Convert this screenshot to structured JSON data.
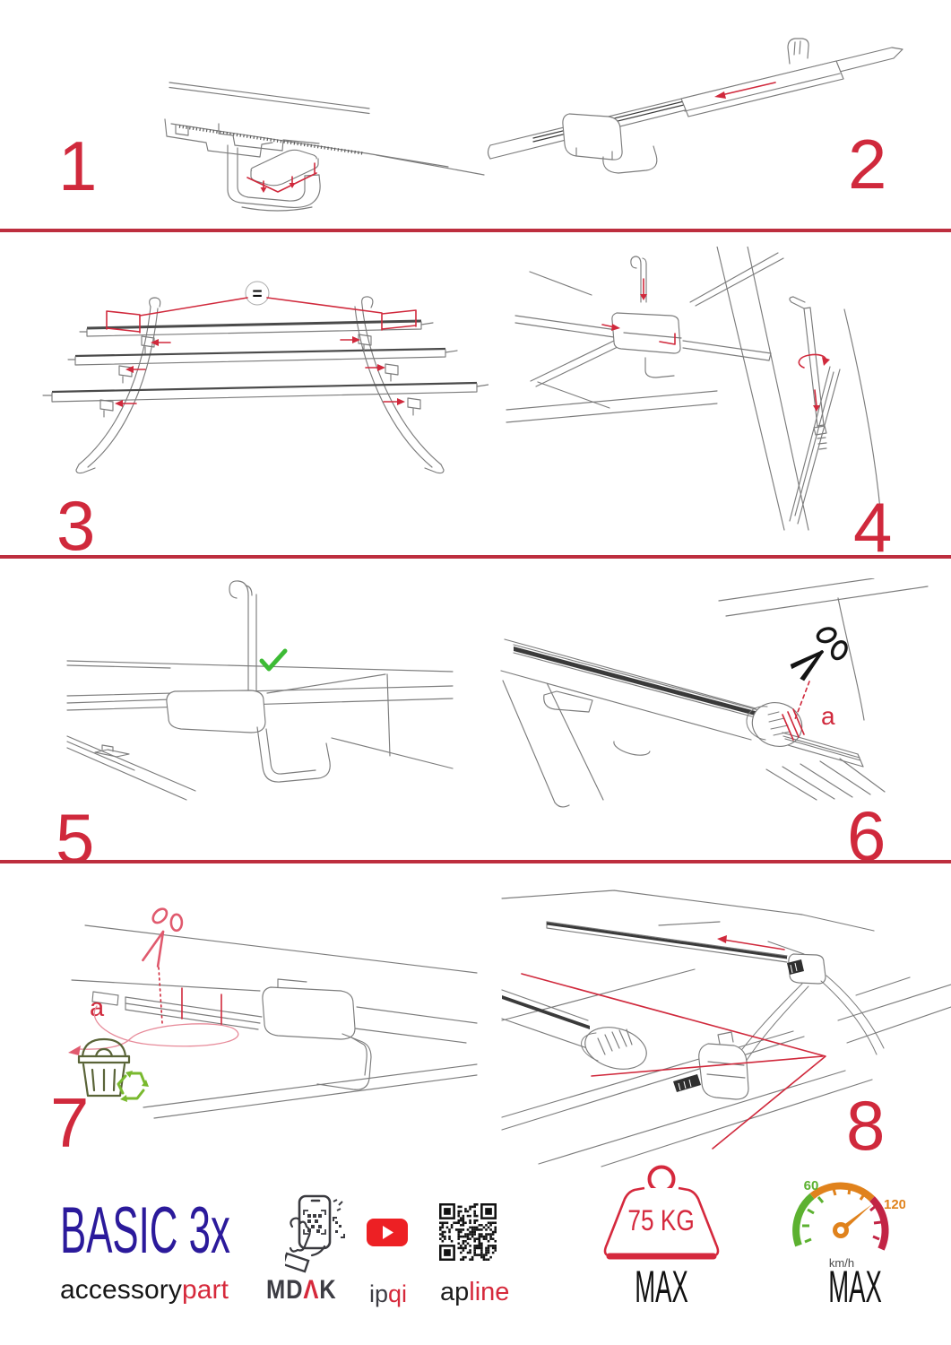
{
  "page": {
    "background": "#ffffff",
    "accent_red": "#d0293c",
    "separator_red": "#b5323f",
    "line_gray": "#757575",
    "brand_navy": "#2b1a9b",
    "green": "#3dbb35",
    "recycle_green": "#79b92e",
    "youtube_red": "#ed2024",
    "speedo_green": "#5cb130",
    "speedo_orange": "#e0821c",
    "speedo_crimson": "#c22445"
  },
  "steps": [
    {
      "number": "1"
    },
    {
      "number": "2"
    },
    {
      "number": "3",
      "equal_label": "="
    },
    {
      "number": "4"
    },
    {
      "number": "5"
    },
    {
      "number": "6",
      "cut_label": "a"
    },
    {
      "number": "7",
      "cut_label": "a"
    },
    {
      "number": "8"
    }
  ],
  "footer": {
    "product_name": "BASIC 3x",
    "brand_black": "accessory",
    "brand_red": "part",
    "mdak_pre": "MD",
    "mdak_red": "Λ",
    "mdak_post": "K",
    "ipqi_black": "ip",
    "ipqi_red": "qi",
    "apline_black": "ap",
    "apline_red": "line",
    "weight_value": "75 KG",
    "weight_max": "MAX",
    "speed_low": "60",
    "speed_high": "120",
    "speed_unit": "km/h",
    "speed_max": "MAX"
  }
}
